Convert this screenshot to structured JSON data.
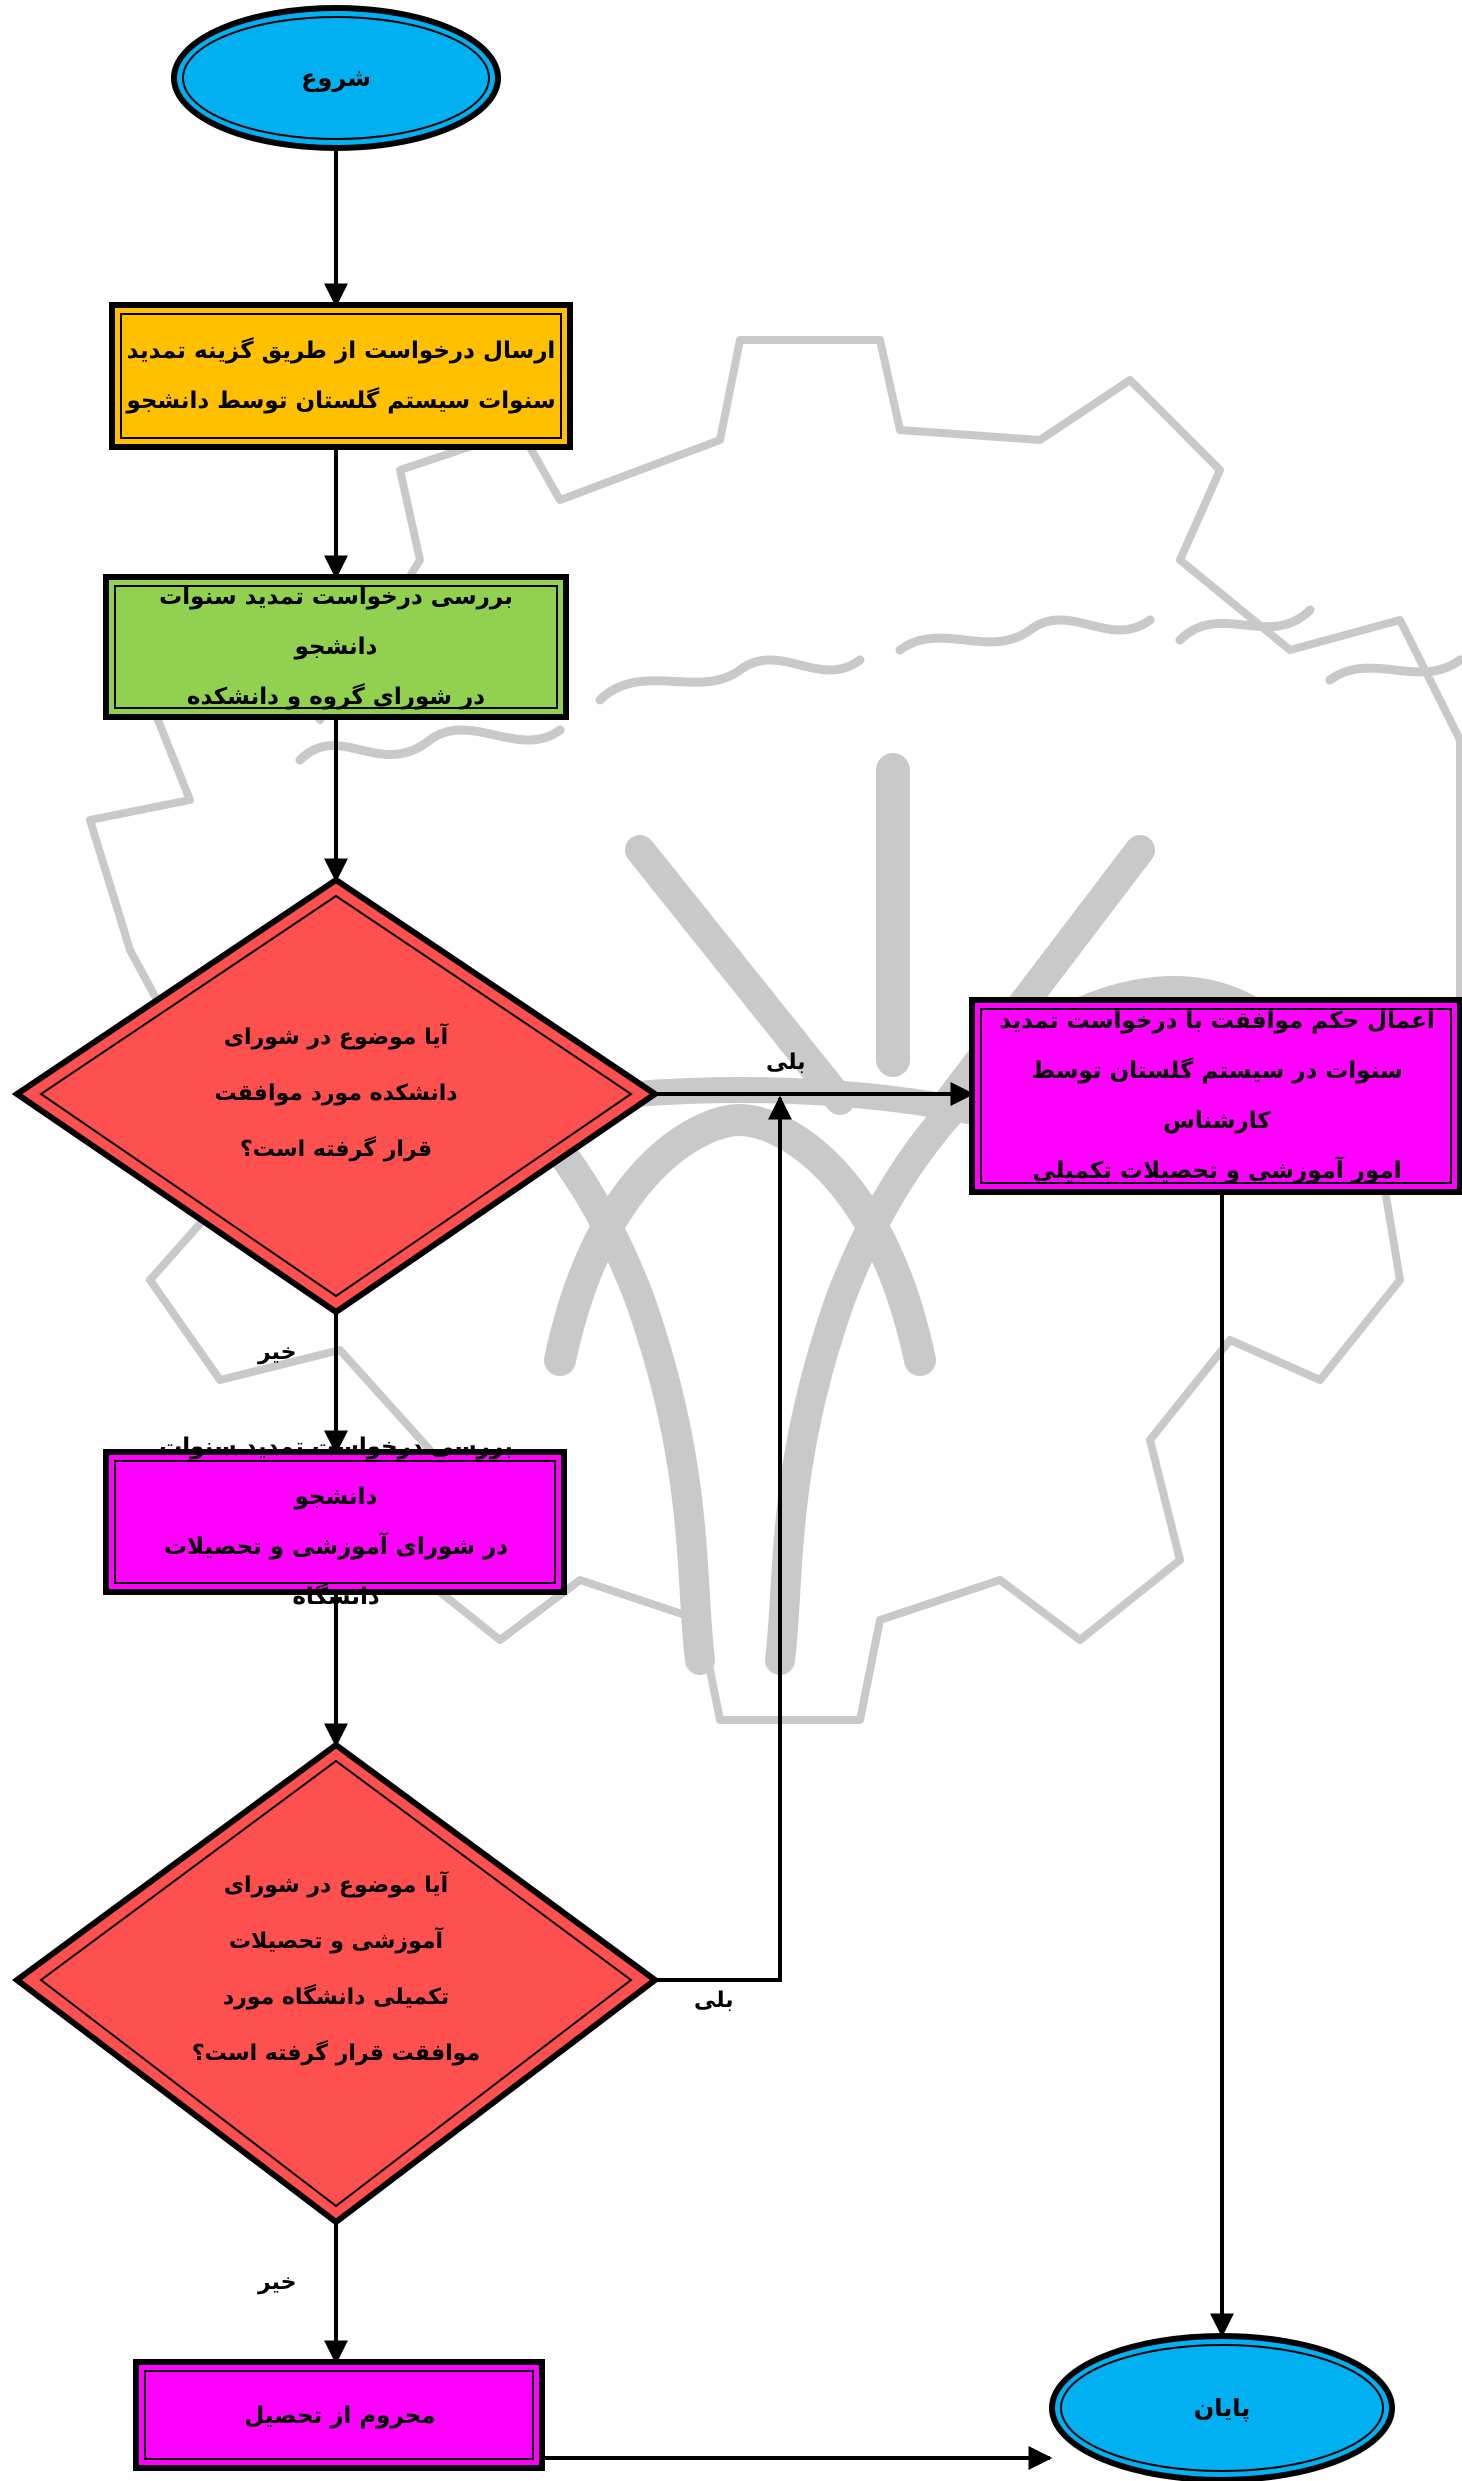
{
  "colors": {
    "oval_fill": "#00B0F0",
    "rect_orange": "#FFC000",
    "rect_green": "#92D050",
    "rect_magenta": "#FF00FF",
    "diamond_fill": "#FF5050",
    "watermark": "#C9C9C9"
  },
  "nodes": {
    "start": "شروع",
    "send_request": "ارسال درخواست از طریق گزینه تمدید\nسنوات سیستم گلستان توسط دانشجو",
    "review_faculty": "بررسی درخواست تمدید سنوات دانشجو\nدر شورای گروه و دانشکده",
    "decision_faculty": "آیا موضوع در شورای\nدانشکده مورد موافقت\nقرار گرفته است؟",
    "apply_approval": "اعمال حکم موافقت با درخواست تمدید\nسنوات در سیستم گلستان  توسط کارشناس\nامور آموزشی و تحصیلات تکمیلی",
    "review_university": "بررسی درخواست تمدید سنوات دانشجو\nدر شورای آموزشی و تحصیلات دانشگاه",
    "decision_university": "آیا موضوع در شورای\nآموزشی و تحصیلات\nتکمیلی دانشگاه مورد\nموافقت قرار گرفته است؟",
    "deprived": "محروم از تحصیل",
    "end": "پایان"
  },
  "edge_labels": {
    "yes_1": "بلی",
    "no_1": "خیر",
    "yes_2": "بلی",
    "no_2": "خیر"
  }
}
